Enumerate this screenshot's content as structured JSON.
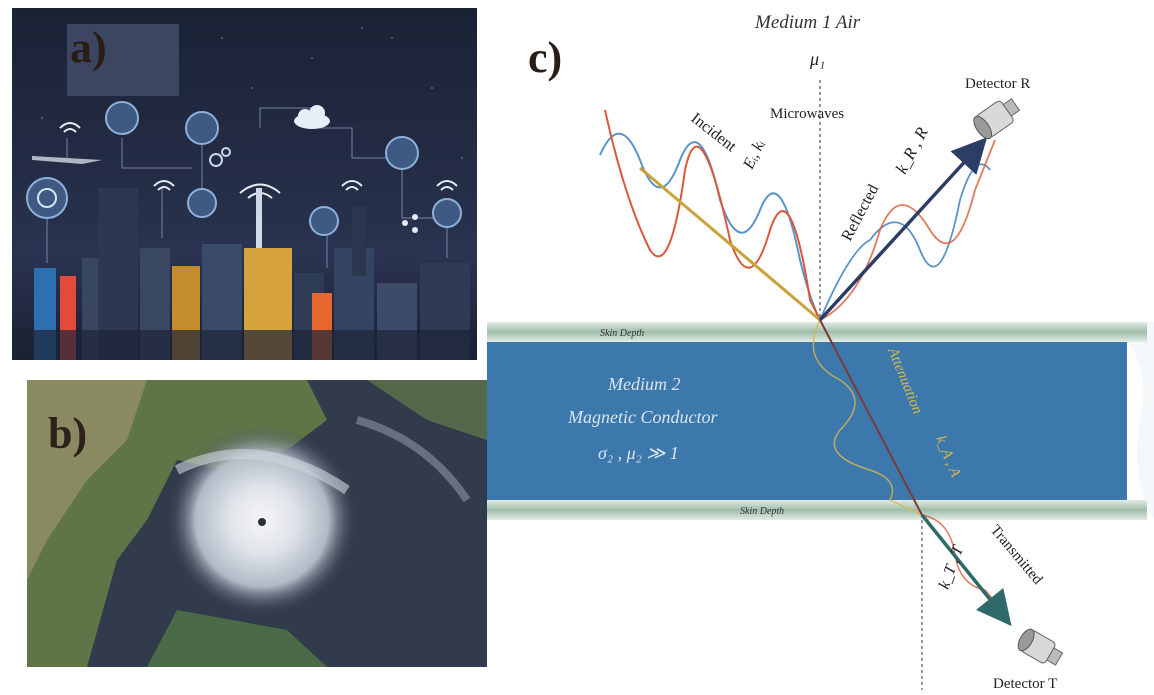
{
  "panels": {
    "a_label": "a)",
    "b_label": "b)",
    "c_label": "c)"
  },
  "diagram": {
    "medium1": "Medium 1 Air",
    "mu1": "μ₁",
    "microwaves": "Microwaves",
    "incident": "Incident",
    "incident_vec": "Eᵢ, kᵢ",
    "reflected": "Reflected",
    "reflected_vec": "k_R , R",
    "detector_r": "Detector R",
    "skin_depth": "Skin Depth",
    "medium2": "Medium 2",
    "magnetic_conductor": "Magnetic Conductor",
    "condition": "σ₂ , μ₂ ≫ 1",
    "attenuation": "Attenuation",
    "attenuated_vec": "k_A , A",
    "transmitted": "Transmitted",
    "transmitted_vec": "k_T , T",
    "detector_t": "Detector T"
  },
  "colors": {
    "medium2_blue": "#3d78ad",
    "skin_green": "#b8cfc0",
    "incident_arrow": "#c8a23a",
    "reflected_arrow": "#2c3d66",
    "transmitted_arrow": "#2f6a6a",
    "wave_red": "#d9583a",
    "wave_blue": "#5b93c8"
  },
  "icons": [
    "wifi-icon",
    "cloud-icon",
    "bulb-icon",
    "gear-icon",
    "share-icon",
    "detector-icon",
    "hurricane-eye-icon"
  ]
}
